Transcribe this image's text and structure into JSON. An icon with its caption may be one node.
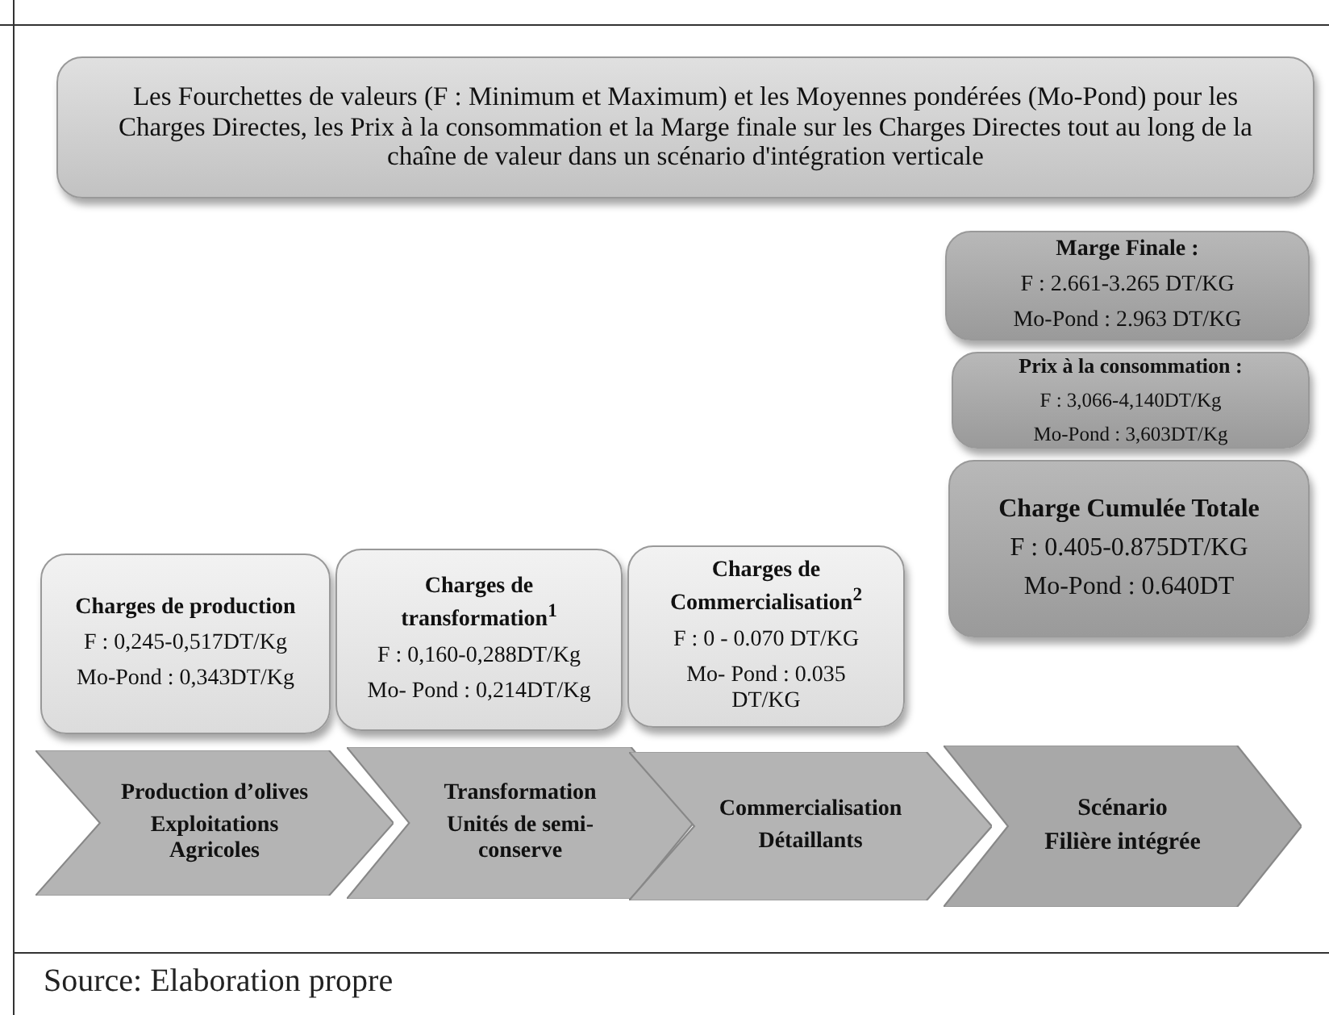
{
  "diagram": {
    "caption": "Source: Elaboration propre",
    "nodes": [
      {
        "text": [
          "Les Fourchettes de valeurs (F : Minimum et Maximum) et les Moyennes pondérées (Mo-Pond) pour les Charges Directes, les Prix à la consommation  et  la Marge finale sur les Charges Directes tout au long de la chaîne de valeur dans un scénario d'intégration verticale"
        ]
      },
      {
        "text": [
          "Marge Finale :",
          "F : 2.661-3.265 DT/KG",
          "Mo-Pond : 2.963 DT/KG"
        ]
      },
      {
        "text": [
          "Prix à la consommation :",
          "F : 3,066-4,140DT/Kg",
          "Mo-Pond : 3,603DT/Kg"
        ]
      },
      {
        "text": [
          "Charges de production",
          "F : 0,245-0,517DT/Kg",
          "Mo-Pond : 0,343DT/Kg"
        ]
      },
      {
        "text": [
          "Charges de transformation$^{1}$",
          "F : 0,160-0,288DT/Kg",
          "Mo- Pond : 0,214DT/Kg"
        ]
      },
      {
        "text": [
          "Charges de Commercialisation$^{2}$",
          "F : 0 - 0.070 DT/KG",
          "Mo- Pond : 0.035 DT/KG"
        ]
      },
      {
        "text": [
          "Charge Cumulée Totale",
          "F :  0.405-0.875DT/KG",
          "Mo-Pond : 0.640DT"
        ]
      },
      {
        "text": [
          "Production d’olives",
          "Exploitations Agricoles"
        ]
      },
      {
        "text": [
          "Transformation",
          "Unités de semi-conserve"
        ]
      },
      {
        "text": [
          "Commercialisation",
          "Détaillants"
        ]
      },
      {
        "text": [
          "Scénario",
          "Filière intégrée"
        ]
      }
    ]
  }
}
